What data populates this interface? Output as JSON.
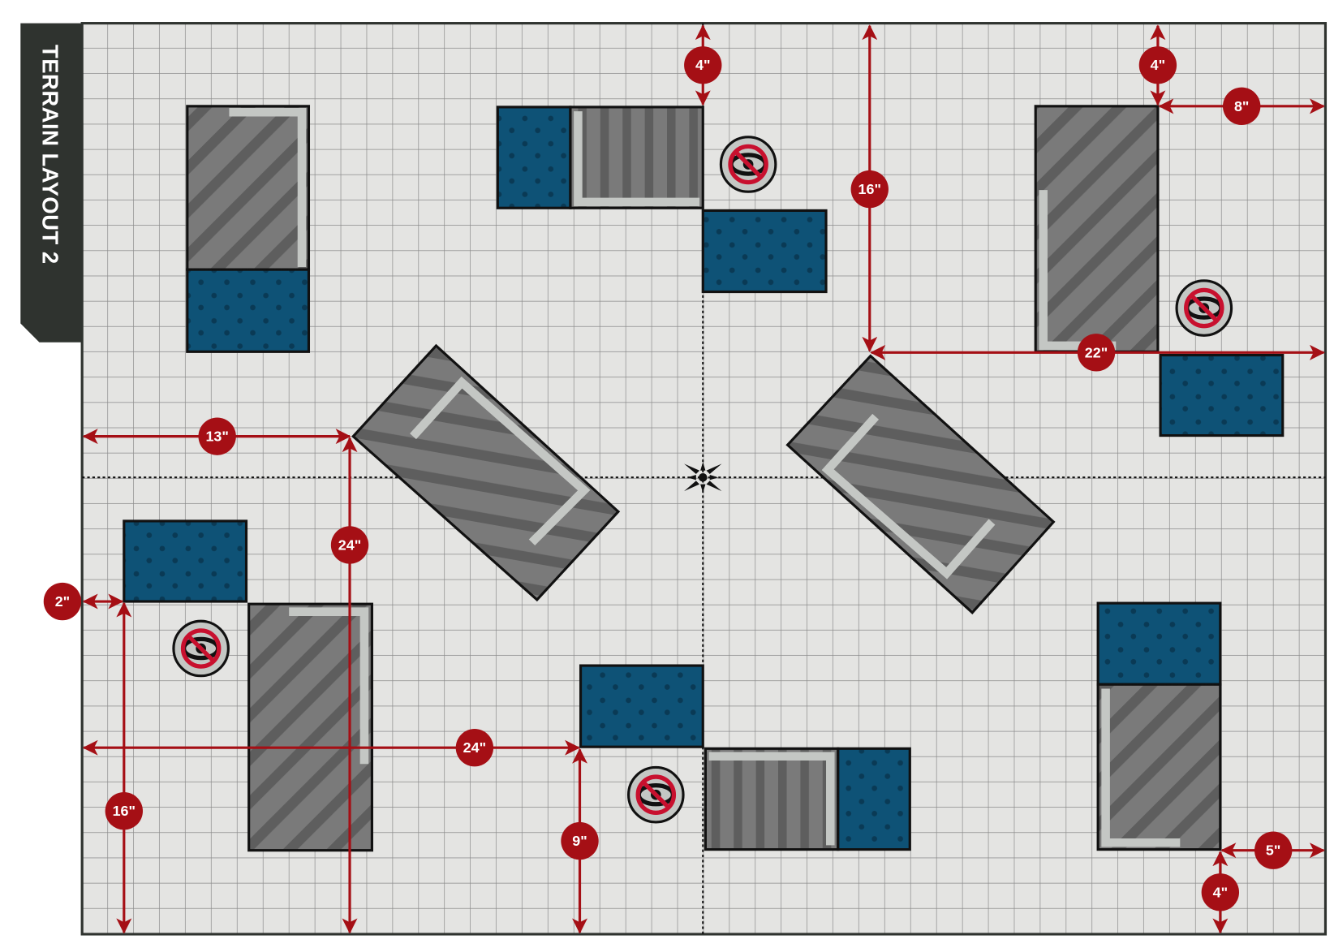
{
  "title": "TERRAIN LAYOUT 2",
  "colors": {
    "board": "#e4e4e2",
    "grid": "#8a8a8a",
    "ruin": "#7a7a7a",
    "ruin_stripe": "#5e5e5e",
    "wall": "#c4c7c4",
    "area": "#0e5276",
    "measure": "#a50f15",
    "title_panel": "#2f332f"
  },
  "board": {
    "width_in": 48,
    "height_in": 36
  },
  "measurements": [
    {
      "label": "4\""
    },
    {
      "label": "16\""
    },
    {
      "label": "4\""
    },
    {
      "label": "8\""
    },
    {
      "label": "22\""
    },
    {
      "label": "13\""
    },
    {
      "label": "24\""
    },
    {
      "label": "2\""
    },
    {
      "label": "16\""
    },
    {
      "label": "24\""
    },
    {
      "label": "9\""
    },
    {
      "label": "5\""
    },
    {
      "label": "4\""
    }
  ],
  "icons": {
    "los_block": "eye-blocked-icon",
    "center": "center-marker-icon"
  }
}
